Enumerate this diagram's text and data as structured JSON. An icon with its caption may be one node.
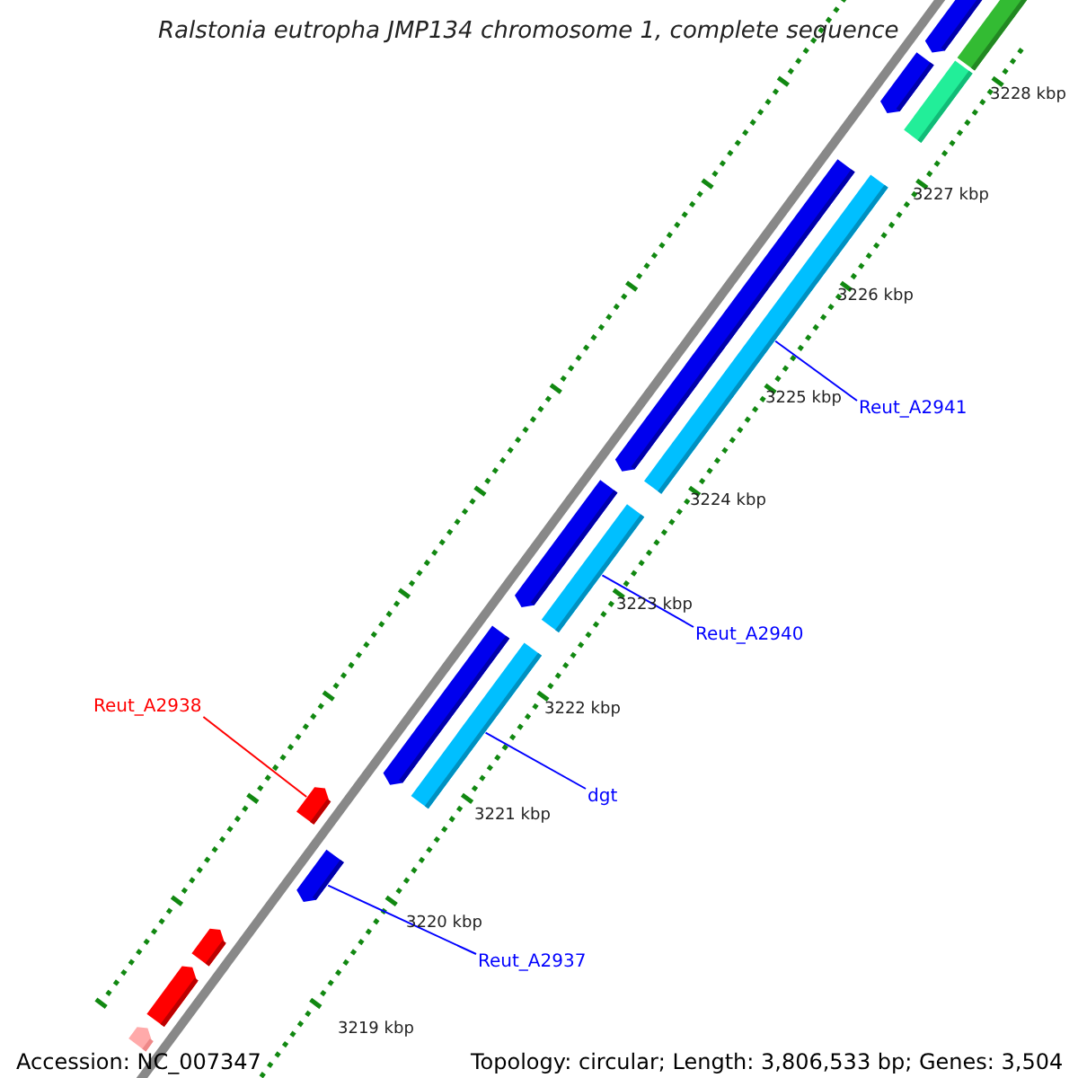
{
  "diagram": {
    "title": "Ralstonia eutropha JMP134 chromosome 1, complete sequence",
    "nodes": [
      {
        "text": [
          "Reut_A2941"
        ]
      },
      {
        "text": [],
        "shape": "bar"
      },
      {
        "text": [
          "Reut_A2940"
        ]
      },
      {
        "text": [],
        "shape": "bar"
      },
      {
        "text": [
          "Reut_A2938"
        ]
      },
      {
        "text": [],
        "shape": "bar"
      },
      {
        "text": [
          "dgt"
        ]
      },
      {
        "text": [],
        "shape": "bar"
      },
      {
        "text": [
          "Reut_A2937"
        ]
      },
      {
        "text": [],
        "shape": "bar"
      },
      {
        "text": [],
        "shape": "bar"
      },
      {
        "text": [],
        "shape": "bar"
      },
      {
        "text": [],
        "shape": "bar"
      },
      {
        "text": [],
        "shape": "bar"
      },
      {
        "text": [],
        "shape": "bar"
      },
      {
        "text": [],
        "shape": "bar"
      },
      {
        "text": [],
        "shape": "bar"
      },
      {
        "text": [],
        "shape": "bar"
      },
      {
        "text": [],
        "shape": "bar"
      },
      {
        "text": [],
        "shape": "bar"
      }
    ],
    "edges": [
      {
        "from": 0,
        "to": 1,
        "arrow": "none"
      },
      {
        "from": 2,
        "to": 3,
        "arrow": "none"
      },
      {
        "from": 4,
        "to": 5,
        "arrow": "none",
        "color": "#ff0000"
      },
      {
        "from": 6,
        "to": 7,
        "arrow": "none"
      },
      {
        "from": 8,
        "to": 9,
        "arrow": "none"
      }
    ],
    "labels": [
      "3228 kbp",
      "3227 kbp",
      "3226 kbp",
      "3225 kbp",
      "3224 kbp",
      "3223 kbp",
      "3222 kbp",
      "3221 kbp",
      "3220 kbp",
      "3219 kbp",
      "Accession: NC_007347",
      "Topology: circular; Length: 3,806,533 bp; Genes: 3,504"
    ]
  }
}
